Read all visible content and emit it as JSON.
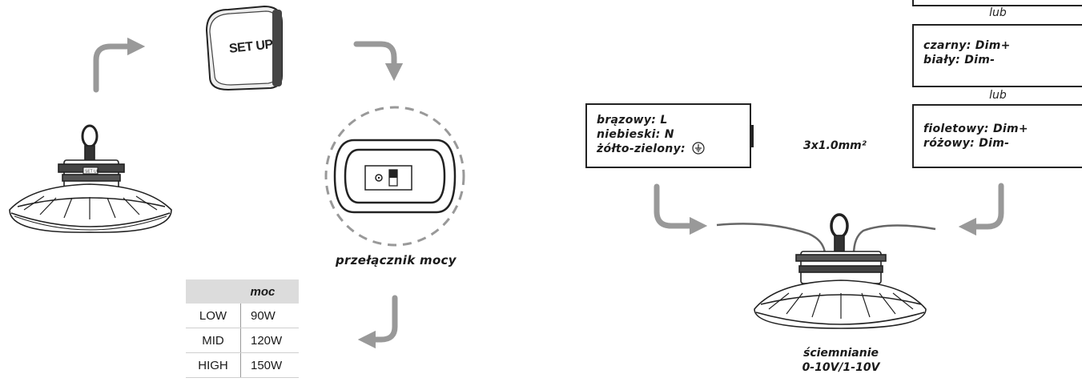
{
  "setup_button": {
    "text": "SET UP"
  },
  "power_switch": {
    "caption": "przełącznik mocy"
  },
  "power_table": {
    "header": "moc",
    "rows": [
      {
        "level": "LOW",
        "watt": "90W"
      },
      {
        "level": "MID",
        "watt": "120W"
      },
      {
        "level": "HIGH",
        "watt": "150W"
      }
    ]
  },
  "mains_box": {
    "line1": "brązowy: L",
    "line2": "niebieski: N",
    "line3": "żółto-zielony:"
  },
  "cable_spec": "3x1.0mm²",
  "dim_options": {
    "separator": "lub",
    "option_a": {
      "line1": "czarny: Dim+",
      "line2": "biały: Dim-"
    },
    "option_b": {
      "line1": "fioletowy: Dim+",
      "line2": "różowy: Dim-"
    }
  },
  "dimming_caption": {
    "line1": "ściemnianie",
    "line2": "0-10V/1-10V"
  },
  "colors": {
    "arrow": "#999999",
    "line": "#222222",
    "table_header": "#dcdcdc"
  }
}
